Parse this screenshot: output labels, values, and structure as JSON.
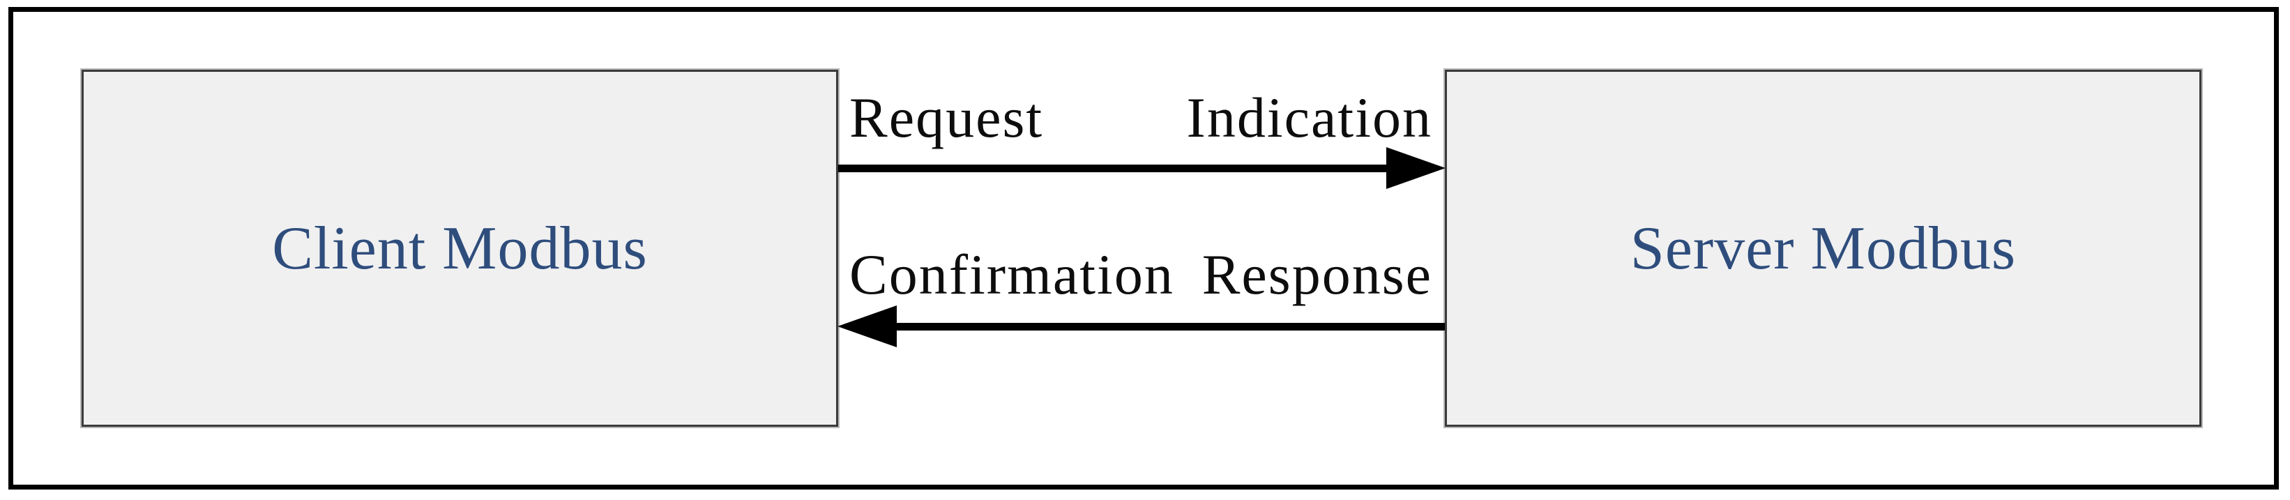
{
  "diagram": {
    "client_box": {
      "label": "Client Modbus"
    },
    "server_box": {
      "label": "Server Modbus"
    },
    "request_arrow": {
      "left_label": "Request",
      "right_label": "Indication",
      "direction": "client-to-server"
    },
    "response_arrow": {
      "left_label": "Confirmation",
      "right_label": "Response",
      "direction": "server-to-client"
    },
    "colors": {
      "background": "#ffffff",
      "frame_border": "#000000",
      "box_fill": "#f0f0f1",
      "box_border": "#3b3b3b",
      "box_label_text": "#2e4d7c",
      "arrow": "#000000",
      "arrow_label_text": "#0d0d0d"
    }
  }
}
